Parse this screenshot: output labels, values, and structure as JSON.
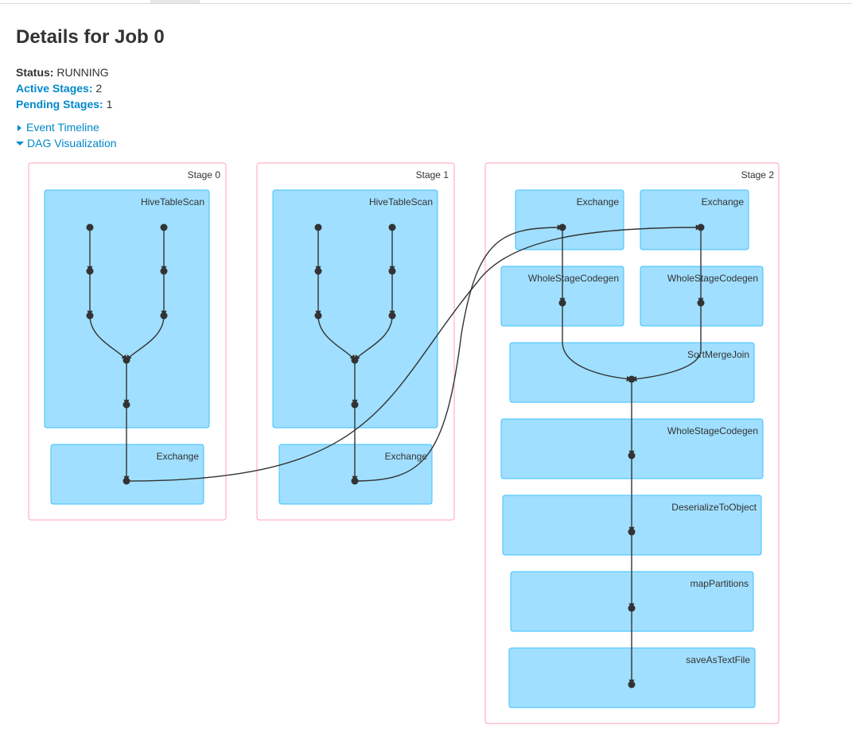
{
  "page": {
    "title": "Details for Job 0"
  },
  "summary": {
    "status_label": "Status:",
    "status_value": "RUNNING",
    "active_label": "Active Stages:",
    "active_value": "2",
    "pending_label": "Pending Stages:",
    "pending_value": "1"
  },
  "toggles": {
    "event_timeline": "Event Timeline",
    "dag_visualization": "DAG Visualization"
  },
  "dag": {
    "stages": [
      {
        "label": "Stage 0",
        "clusters": [
          "HiveTableScan",
          "Exchange"
        ]
      },
      {
        "label": "Stage 1",
        "clusters": [
          "HiveTableScan",
          "Exchange"
        ]
      },
      {
        "label": "Stage 2",
        "clusters": [
          "Exchange",
          "Exchange",
          "WholeStageCodegen",
          "WholeStageCodegen",
          "SortMergeJoin",
          "WholeStageCodegen",
          "DeserializeToObject",
          "mapPartitions",
          "saveAsTextFile"
        ]
      }
    ]
  },
  "colors": {
    "link": "#0088cc",
    "stage_border": "#ffa3b5",
    "cluster_fill": "#a0dfff",
    "cluster_border": "#3ec0ff",
    "node": "#333333"
  }
}
